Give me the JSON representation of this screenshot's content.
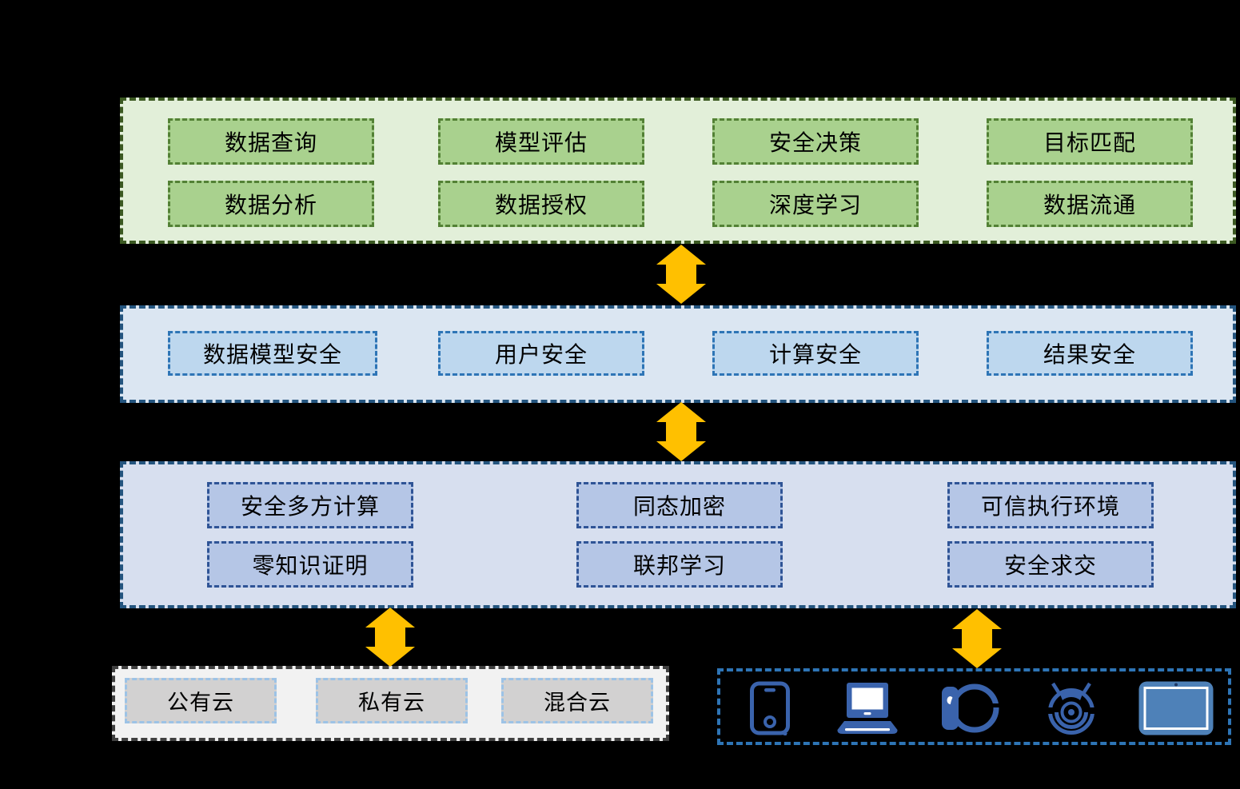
{
  "app_layer": {
    "boxes": [
      "数据查询",
      "模型评估",
      "安全决策",
      "目标匹配",
      "数据分析",
      "数据授权",
      "深度学习",
      "数据流通"
    ]
  },
  "security_layer": {
    "boxes": [
      "数据模型安全",
      "用户安全",
      "计算安全",
      "结果安全"
    ]
  },
  "tech_layer": {
    "boxes": [
      "安全多方计算",
      "同态加密",
      "可信执行环境",
      "零知识证明",
      "联邦学习",
      "安全求交"
    ]
  },
  "cloud_layer": {
    "boxes": [
      "公有云",
      "私有云",
      "混合云"
    ]
  },
  "device_layer": {
    "icons": [
      "smartphone",
      "laptop",
      "smartwatch",
      "robot-vacuum",
      "tablet"
    ]
  },
  "colors": {
    "background": "#000000",
    "arrow": "#FFC000",
    "app_bg": "#E2EFD9",
    "app_item": "#A9D18E",
    "app_border": "#538135",
    "security_bg": "#DBE6F2",
    "security_item": "#BDD7EE",
    "security_border": "#2E75B6",
    "tech_bg": "#D7DFEF",
    "tech_item": "#B5C6E6",
    "tech_border": "#2F5496",
    "cloud_bg": "#F2F2F2",
    "cloud_item": "#D2D1D1",
    "cloud_border": "#9DC3E6",
    "device_border": "#2E75B6",
    "device_icon": "#3A63AC"
  }
}
